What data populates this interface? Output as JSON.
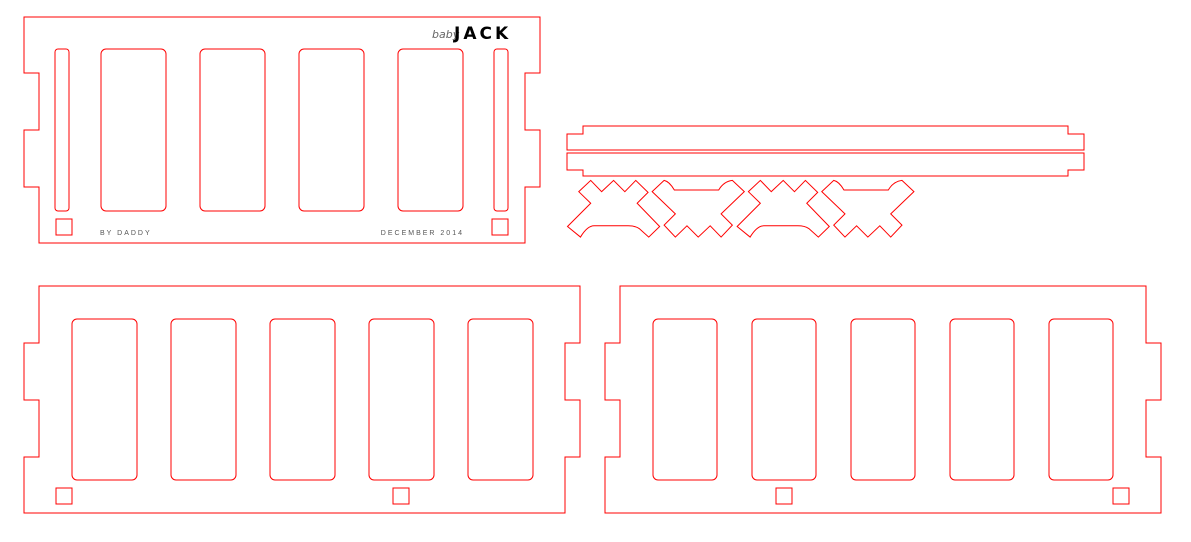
{
  "title": "Baby Jack crib laser-cut template",
  "colors": {
    "cut_line": "#ff0000",
    "engrave_text": "#555555",
    "logo": "#000000"
  },
  "top_panel": {
    "logo_small": "baby",
    "logo_large": "JACK",
    "left_text": "BY DADDY",
    "right_text": "DECEMBER 2014"
  },
  "parts": [
    "end-panel-engraved",
    "rail-top",
    "rail-bottom",
    "cross-brace-1",
    "cross-brace-2",
    "cross-brace-3",
    "cross-brace-4",
    "side-panel-left",
    "side-panel-right"
  ]
}
